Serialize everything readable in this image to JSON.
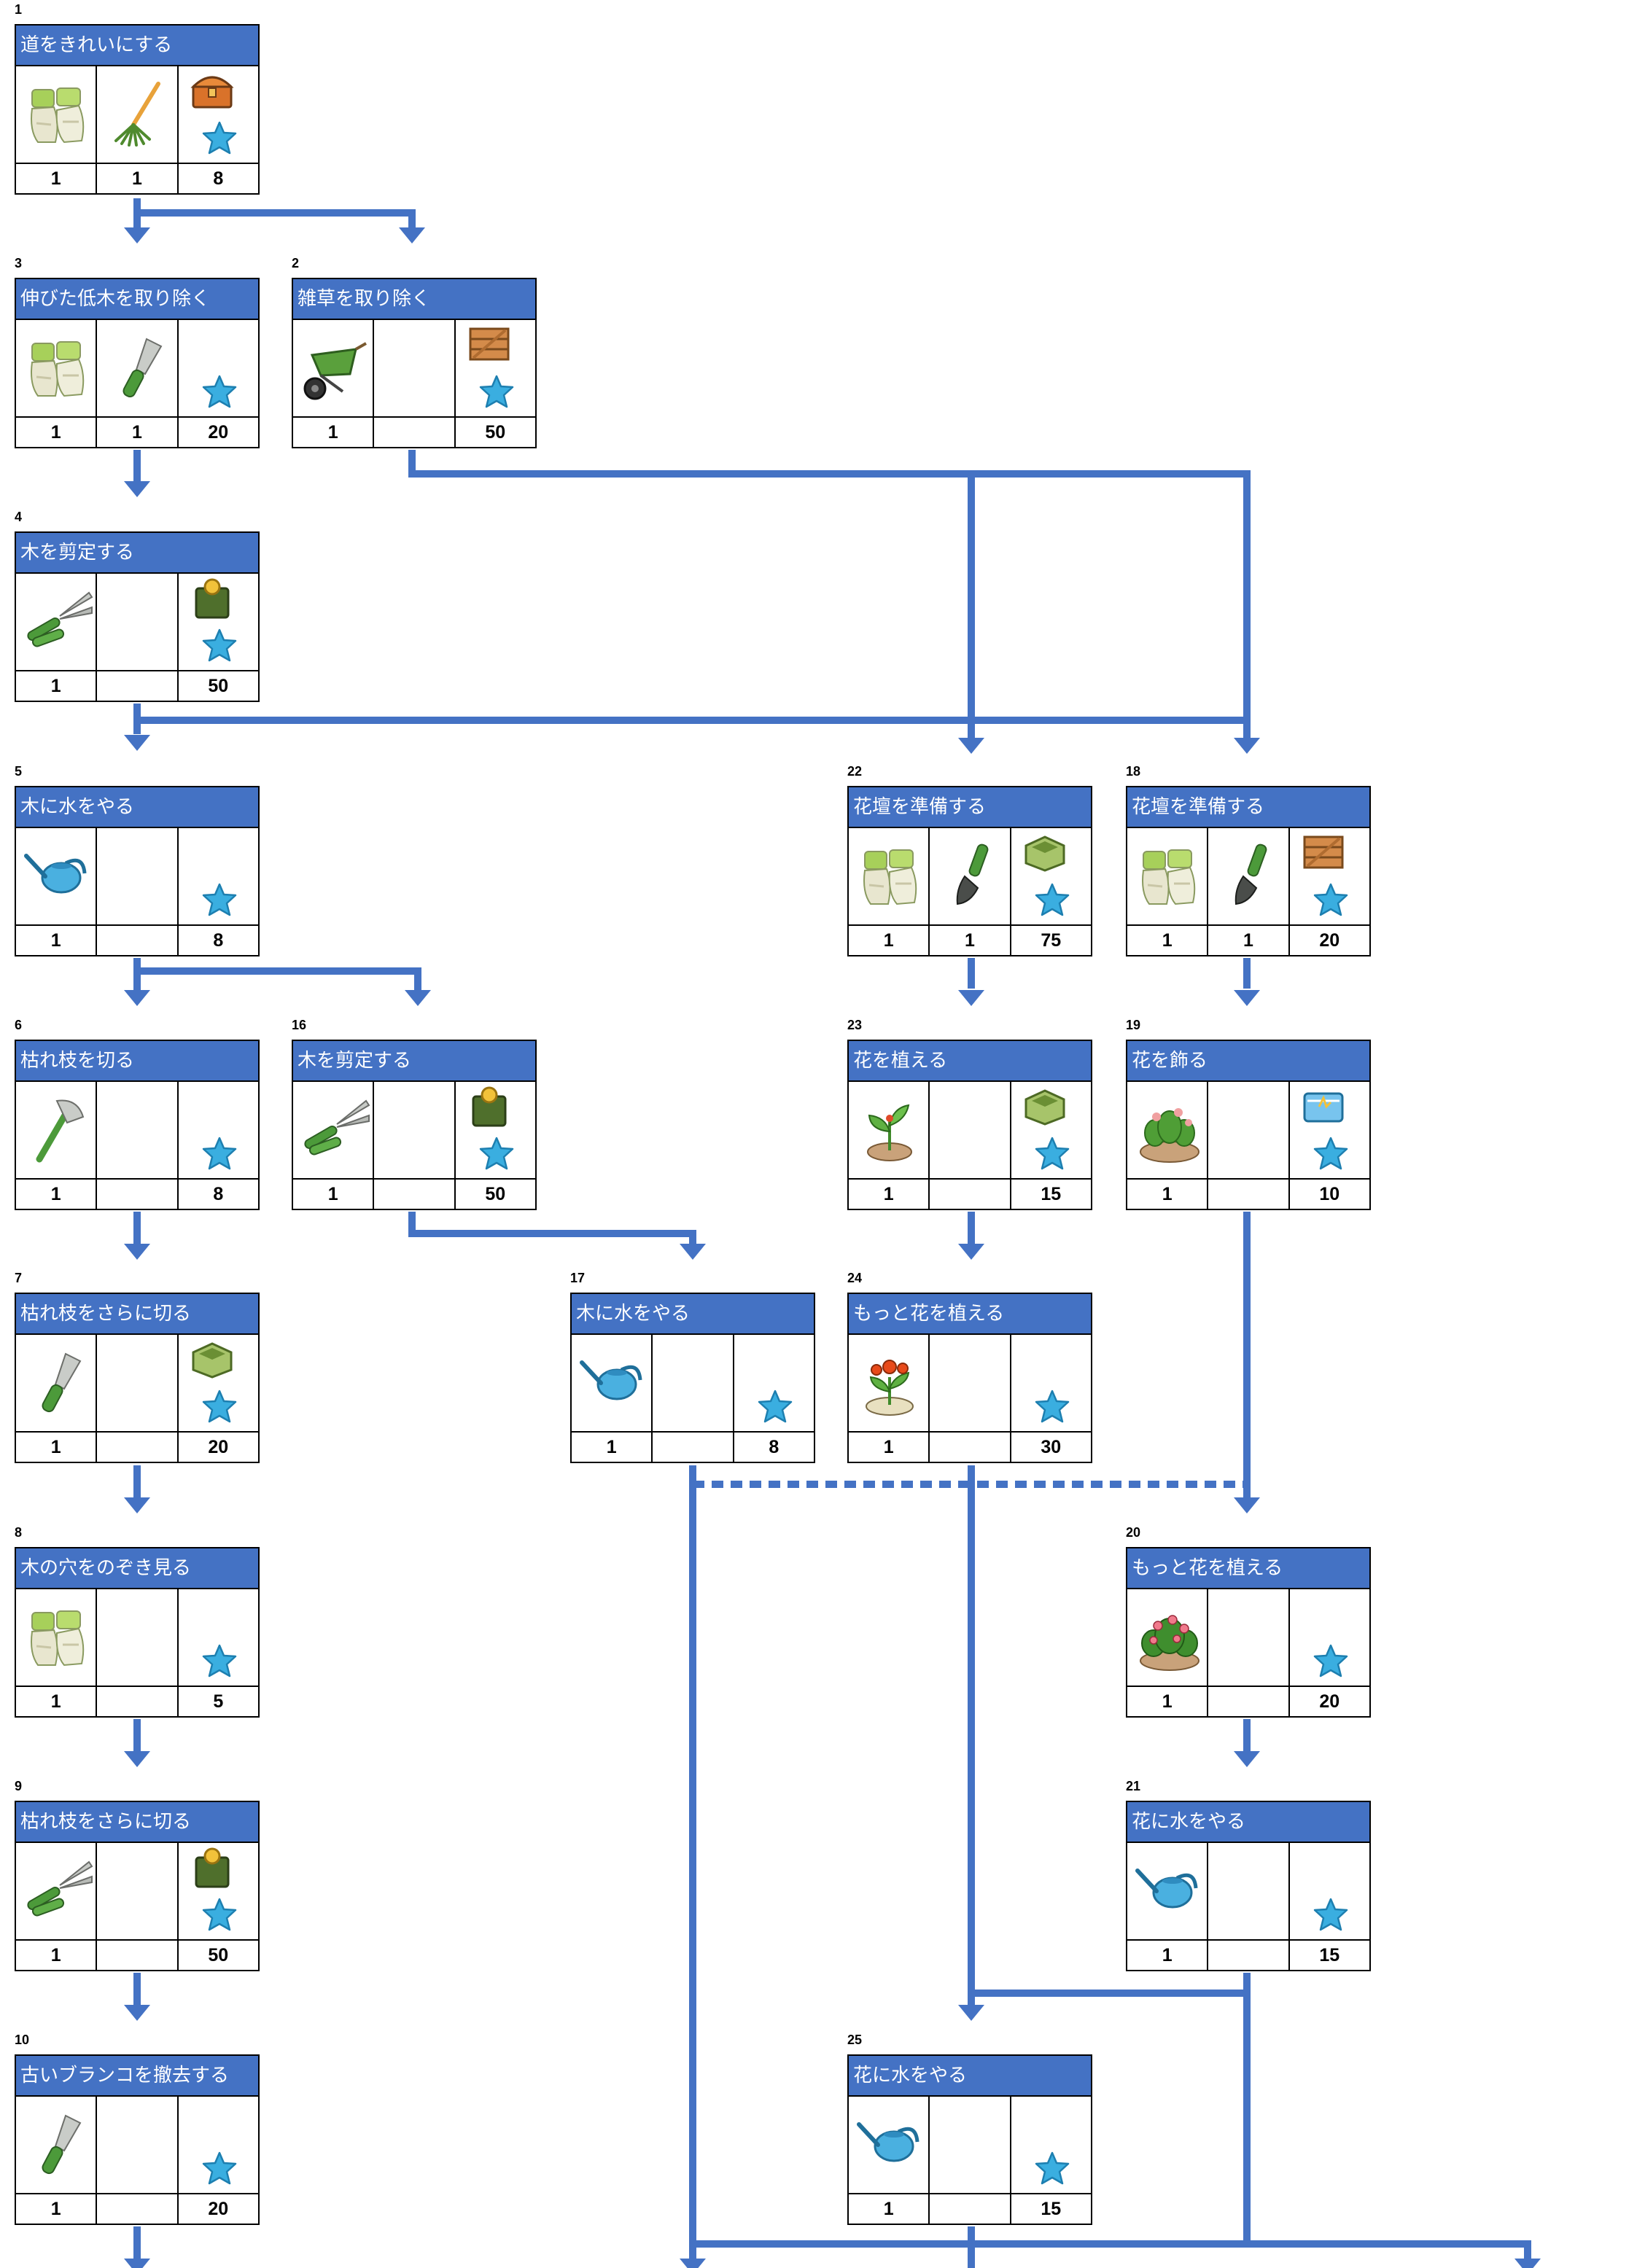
{
  "tasks": [
    {
      "number": "1",
      "title": "道をきれいにする",
      "items": [
        "gloves-icon",
        "rake-icon",
        "chest-icon"
      ],
      "star": true,
      "values": [
        "1",
        "1",
        "8"
      ]
    },
    {
      "number": "3",
      "title": "伸びた低木を取り除く",
      "items": [
        "gloves-icon",
        "trowel-icon",
        ""
      ],
      "star": true,
      "values": [
        "1",
        "1",
        "20"
      ]
    },
    {
      "number": "2",
      "title": "雑草を取り除く",
      "items": [
        "wheelbarrow-icon",
        "",
        "crate-icon"
      ],
      "star": true,
      "values": [
        "1",
        "",
        "50"
      ]
    },
    {
      "number": "4",
      "title": "木を剪定する",
      "items": [
        "shears-icon",
        "",
        "coin-box-icon"
      ],
      "star": true,
      "values": [
        "1",
        "",
        "50"
      ]
    },
    {
      "number": "5",
      "title": "木に水をやる",
      "items": [
        "watering-can-icon",
        "",
        ""
      ],
      "star": true,
      "values": [
        "1",
        "",
        "8"
      ]
    },
    {
      "number": "22",
      "title": "花壇を準備する",
      "items": [
        "gloves-icon",
        "shovel-icon",
        "seed-box-icon"
      ],
      "star": true,
      "values": [
        "1",
        "1",
        "75"
      ]
    },
    {
      "number": "18",
      "title": "花壇を準備する",
      "items": [
        "gloves-icon",
        "shovel-icon",
        "crate-icon"
      ],
      "star": true,
      "values": [
        "1",
        "1",
        "20"
      ]
    },
    {
      "number": "6",
      "title": "枯れ枝を切る",
      "items": [
        "axe-icon",
        "",
        ""
      ],
      "star": true,
      "values": [
        "1",
        "",
        "8"
      ]
    },
    {
      "number": "16",
      "title": "木を剪定する",
      "items": [
        "shears-icon",
        "",
        "coin-box-icon"
      ],
      "star": true,
      "values": [
        "1",
        "",
        "50"
      ]
    },
    {
      "number": "23",
      "title": "花を植える",
      "items": [
        "sprout-icon",
        "",
        "seed-box-icon"
      ],
      "star": true,
      "values": [
        "1",
        "",
        "15"
      ]
    },
    {
      "number": "19",
      "title": "花を飾る",
      "items": [
        "flower-bush-icon",
        "",
        "blue-box-icon"
      ],
      "star": true,
      "values": [
        "1",
        "",
        "10"
      ]
    },
    {
      "number": "7",
      "title": "枯れ枝をさらに切る",
      "items": [
        "trowel-icon",
        "",
        "seed-box-icon"
      ],
      "star": true,
      "values": [
        "1",
        "",
        "20"
      ]
    },
    {
      "number": "17",
      "title": "木に水をやる",
      "items": [
        "watering-can-icon",
        "",
        ""
      ],
      "star": true,
      "values": [
        "1",
        "",
        "8"
      ]
    },
    {
      "number": "24",
      "title": "もっと花を植える",
      "items": [
        "red-flower-icon",
        "",
        ""
      ],
      "star": true,
      "values": [
        "1",
        "",
        "30"
      ]
    },
    {
      "number": "8",
      "title": "木の穴をのぞき見る",
      "items": [
        "gloves-icon",
        "",
        ""
      ],
      "star": true,
      "values": [
        "1",
        "",
        "5"
      ]
    },
    {
      "number": "20",
      "title": "もっと花を植える",
      "items": [
        "pink-bush-icon",
        "",
        ""
      ],
      "star": true,
      "values": [
        "1",
        "",
        "20"
      ]
    },
    {
      "number": "9",
      "title": "枯れ枝をさらに切る",
      "items": [
        "shears-icon",
        "",
        "coin-box-icon"
      ],
      "star": true,
      "values": [
        "1",
        "",
        "50"
      ]
    },
    {
      "number": "21",
      "title": "花に水をやる",
      "items": [
        "watering-can-icon",
        "",
        ""
      ],
      "star": true,
      "values": [
        "1",
        "",
        "15"
      ]
    },
    {
      "number": "10",
      "title": "古いブランコを撤去する",
      "items": [
        "trowel-icon",
        "",
        ""
      ],
      "star": true,
      "values": [
        "1",
        "",
        "20"
      ]
    },
    {
      "number": "25",
      "title": "花に水をやる",
      "items": [
        "watering-can-icon",
        "",
        ""
      ],
      "star": true,
      "values": [
        "1",
        "",
        "15"
      ]
    }
  ],
  "colors": {
    "header": "#4472c4",
    "connector": "#4472c4",
    "star": "#3aaee0"
  }
}
